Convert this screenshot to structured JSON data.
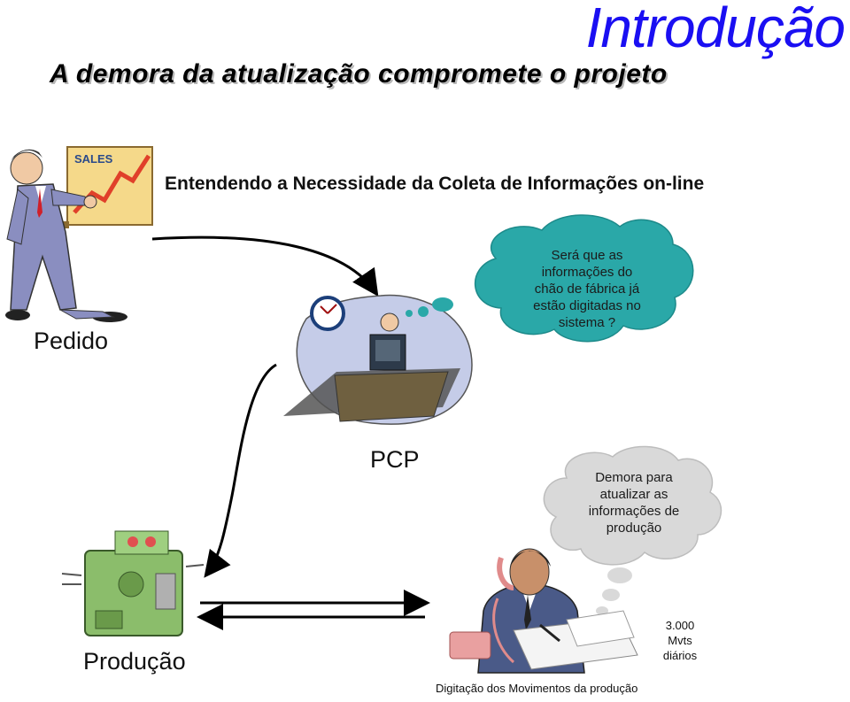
{
  "slide": {
    "title": "Introdução",
    "subtitle": "A demora da atualização compromete o projeto",
    "heading": "Entendendo a Necessidade da Coleta de Informações on-line"
  },
  "nodes": {
    "pedido": "Pedido",
    "pcp": "PCP",
    "producao": "Produção"
  },
  "sales_sign": "SALES",
  "bubbles": {
    "pcp_thought": [
      "Será que as",
      "informações do",
      "chão de fábrica já",
      "estão digitadas no",
      "sistema ?"
    ],
    "producao_thought": [
      "Demora para",
      "atualizar as",
      "informações de",
      "produção"
    ]
  },
  "volume": [
    "3.000",
    "Mvts",
    "diários"
  ],
  "caption": "Digitação dos Movimentos da produção",
  "colors": {
    "title": "#1a0ff2",
    "teal_bubble": "#2aa8a8",
    "gray_bubble": "#d9d9d9",
    "machine_green": "#8bbd6b"
  }
}
